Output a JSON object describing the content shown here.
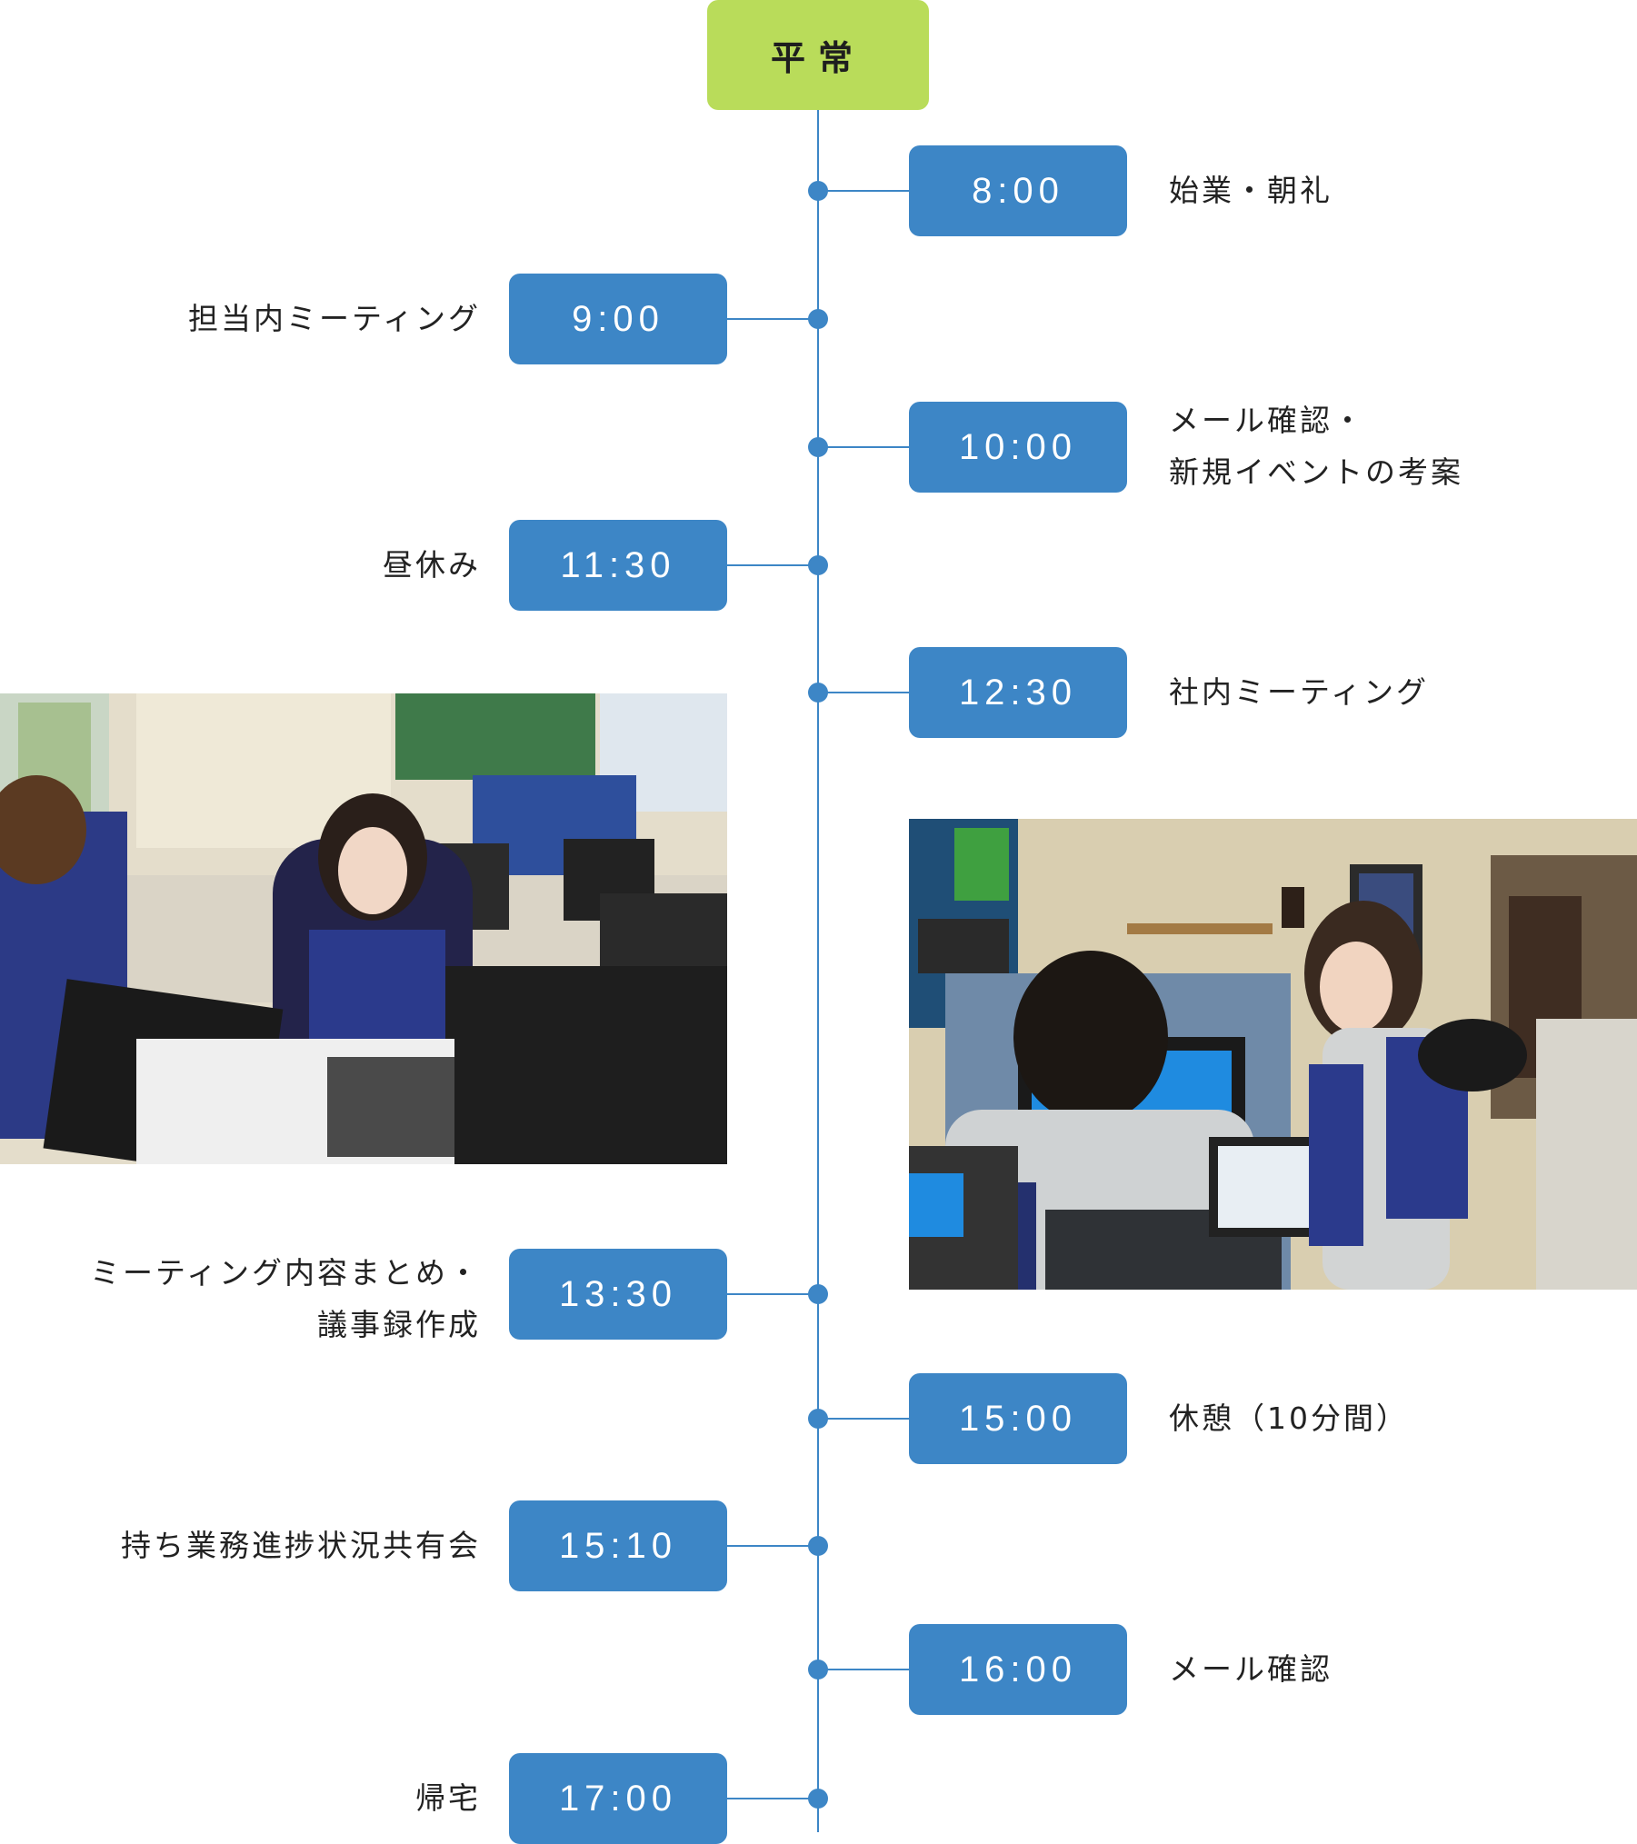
{
  "header": {
    "title": "平常"
  },
  "colors": {
    "accent": "#3d86c6",
    "header_bg": "#b9dc5a"
  },
  "schedule": [
    {
      "time": "8:00",
      "side": "right",
      "lines": [
        "始業・朝礼"
      ]
    },
    {
      "time": "9:00",
      "side": "left",
      "lines": [
        "担当内ミーティング"
      ]
    },
    {
      "time": "10:00",
      "side": "right",
      "lines": [
        "メール確認・",
        "新規イベントの考案"
      ]
    },
    {
      "time": "11:30",
      "side": "left",
      "lines": [
        "昼休み"
      ]
    },
    {
      "time": "12:30",
      "side": "right",
      "lines": [
        "社内ミーティング"
      ]
    },
    {
      "time": "13:30",
      "side": "left",
      "lines": [
        "ミーティング内容まとめ・",
        "議事録作成"
      ]
    },
    {
      "time": "15:00",
      "side": "right",
      "lines": [
        "休憩（10分間）"
      ]
    },
    {
      "time": "15:10",
      "side": "left",
      "lines": [
        "持ち業務進捗状況共有会"
      ]
    },
    {
      "time": "16:00",
      "side": "right",
      "lines": [
        "メール確認"
      ]
    },
    {
      "time": "17:00",
      "side": "left",
      "lines": [
        "帰宅"
      ]
    }
  ],
  "photos": [
    {
      "name": "office-photo-desks"
    },
    {
      "name": "office-photo-conversation"
    }
  ]
}
